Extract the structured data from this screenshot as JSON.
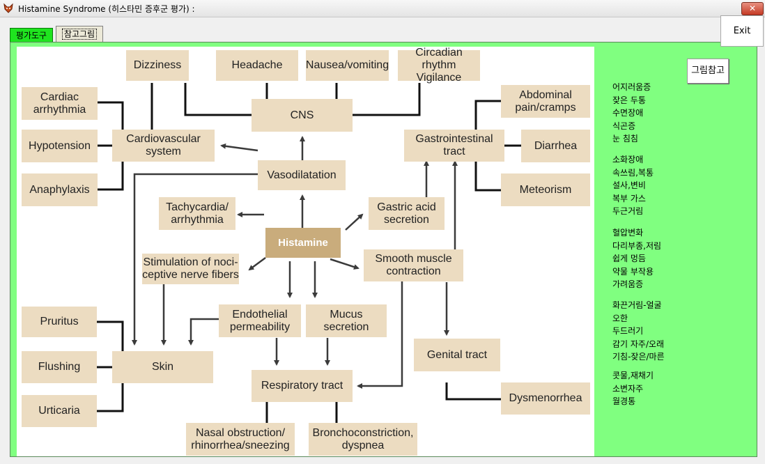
{
  "window": {
    "title": "Histamine Syndrome (히스타민 증후군 평가) :",
    "close_label": "✕"
  },
  "tabs": [
    {
      "label": "평가도구"
    },
    {
      "label": "참고그림"
    }
  ],
  "exit_label": "Exit",
  "ref_button_label": "그림참고",
  "diagram": {
    "center": "Histamine",
    "vasodilatation": "Vasodilatation",
    "cns": "CNS",
    "cardiovascular": "Cardiovascular\nsystem",
    "gi": "Gastrointestinal\ntract",
    "tachycardia": "Tachycardia/\narrhythmia",
    "gastric_acid": "Gastric acid\nsecretion",
    "nociceptive": "Stimulation of noci-\nceptive nerve fibers",
    "smooth_muscle": "Smooth muscle\ncontraction",
    "endothelial": "Endothelial\npermeability",
    "mucus": "Mucus\nsecretion",
    "skin": "Skin",
    "respiratory": "Respiratory tract",
    "genital": "Genital tract",
    "dizziness": "Dizziness",
    "headache": "Headache",
    "nausea": "Nausea/vomiting",
    "circadian": "Circadian rhythm\nVigilance",
    "cardiac_arrhythmia": "Cardiac\narrhythmia",
    "hypotension": "Hypotension",
    "anaphylaxis": "Anaphylaxis",
    "abdominal": "Abdominal\npain/cramps",
    "diarrhea": "Diarrhea",
    "meteorism": "Meteorism",
    "pruritus": "Pruritus",
    "flushing": "Flushing",
    "urticaria": "Urticaria",
    "dysmenorrhea": "Dysmenorrhea",
    "nasal": "Nasal obstruction/\nrhinorrhea/sneezing",
    "broncho": "Bronchoconstriction,\ndyspnea"
  },
  "symptoms": {
    "group1": [
      "어지러움증",
      "잦은 두통",
      "수면장애",
      "식곤증",
      "눈 침침"
    ],
    "group2": [
      "소화장애",
      "속쓰림,복통",
      "설사,변비",
      "복부 가스",
      "두근거림"
    ],
    "group3": [
      "혈압변화",
      "다리부종,저림",
      "쉽게 멍듬",
      "약물 부작용",
      "가려움증"
    ],
    "group4": [
      "화끈거림-얼굴",
      "오한",
      "두드러기",
      "감기 자주/오래",
      "기침-잦은/마른"
    ],
    "group5": [
      "콧물,재채기",
      "소변자주",
      "월경통"
    ]
  }
}
